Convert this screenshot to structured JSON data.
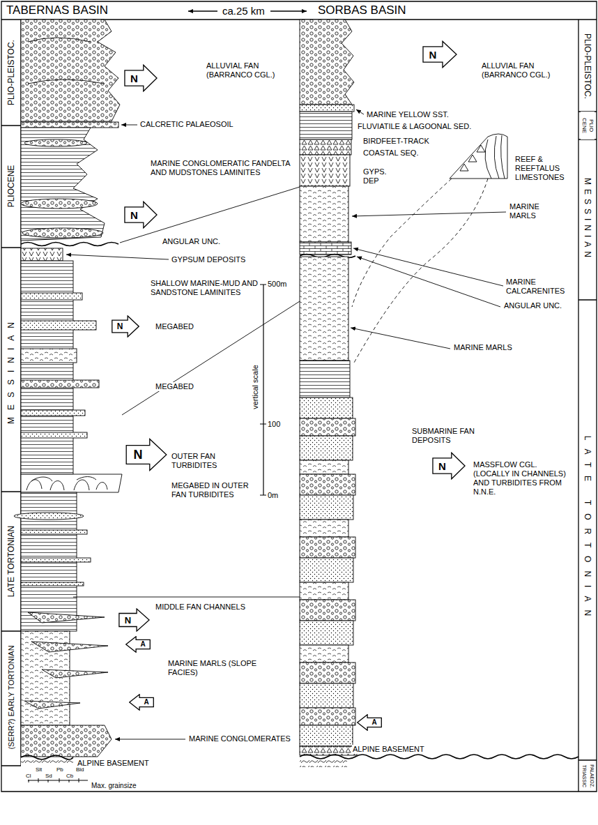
{
  "diagram": {
    "nodes": [
      {
        "text": [
          "N"
        ]
      },
      {
        "text": [
          "N"
        ]
      },
      {
        "text": [
          "N"
        ]
      },
      {
        "text": [
          "N"
        ]
      },
      {
        "text": [
          "N"
        ]
      },
      {
        "text": [
          "N"
        ]
      },
      {
        "text": [
          "N"
        ]
      },
      {
        "text": [
          "A"
        ]
      },
      {
        "text": [
          "A"
        ]
      },
      {
        "text": [
          "A"
        ]
      }
    ],
    "labels": [
      "TABERNAS BASIN",
      "ca.25 km",
      "SORBAS BASIN",
      "PLIO-PLEISTOC.",
      "PLIOCENE",
      "MESSINIAN",
      "LATE TORTONIAN",
      "(SERR?) EARLY TORTONIAN",
      "PLIO-PLEISTOC.",
      "PLIO CENE",
      "MESSINIAN",
      "LATE TORTONIAN",
      "TRIASSIC",
      "PALAEOZ.",
      "ALLUVIAL FAN (BARRANCO CGL.)",
      "ALLUVIAL FAN (BARRANCO CGL.)",
      "CALCRETIC PALAEOSOIL",
      "MARINE YELLOW SST.",
      "FLUVIATILE & LAGOONAL SED.",
      "BIRDFEET-TRACK",
      "COASTAL SEQ.",
      "GYPS. DEP",
      "REEF & REEFTALUS LIMESTONES",
      "MARINE MARLS",
      "MARINE CONGLOMERATIC FANDELTA AND MUDSTONES LAMINITES",
      "ANGULAR UNC.",
      "GYPSUM DEPOSITS",
      "MARINE CALCARENITES",
      "ANGULAR UNC.",
      "SHALLOW MARINE-MUD AND SANDSTONE LAMINITES",
      "MARINE MARLS",
      "MEGABED",
      "MEGABED",
      "OUTER FAN TURBIDITES",
      "MEGABED IN OUTER FAN TURBIDITES",
      "SUBMARINE FAN DEPOSITS",
      "MASSFLOW CGL. (LOCALLY IN CHANNELS) AND TURBIDITES FROM N.N.E.",
      "MIDDLE FAN CHANNELS",
      "MARINE MARLS (SLOPE FACIES)",
      "MARINE CONGLOMERATES",
      "ALPINE BASEMENT",
      "ALPINE BASEMENT",
      "500m",
      "100",
      "0m",
      "vertical scale",
      "Cl",
      "Slt",
      "Sd",
      "Pb",
      "Cb",
      "Bld",
      "Max. grainsize"
    ]
  }
}
